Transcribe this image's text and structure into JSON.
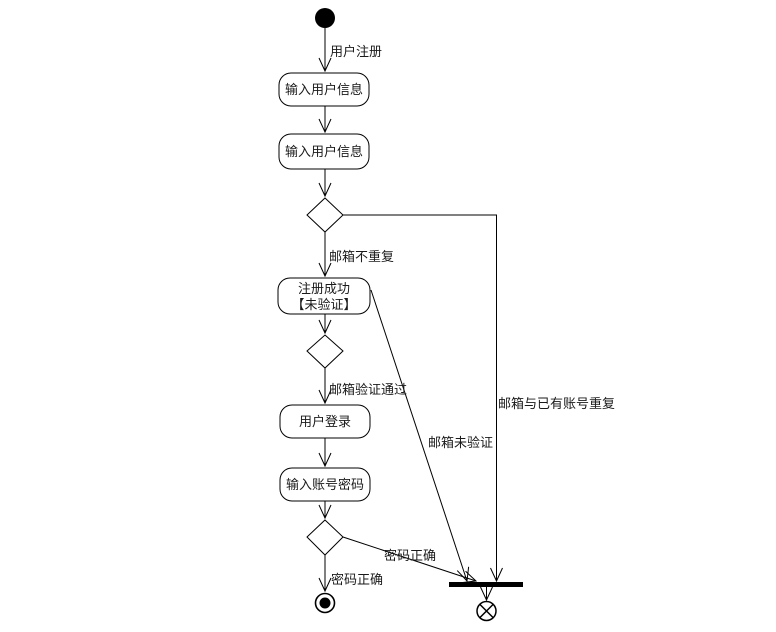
{
  "diagram": {
    "background": "#ffffff",
    "stroke_color": "#000000",
    "text_color": "#1a1a1a",
    "nodes": {
      "start": {
        "type": "initial-node"
      },
      "input_user_info_1": {
        "label": "输入用户信息"
      },
      "input_user_info_2": {
        "label": "输入用户信息"
      },
      "email_decision": {
        "type": "decision-diamond"
      },
      "register_success": {
        "line1": "注册成功",
        "line2": "【未验证】"
      },
      "verify_decision": {
        "type": "decision-diamond"
      },
      "user_login": {
        "label": "用户登录"
      },
      "input_credentials": {
        "label": "输入账号密码"
      },
      "password_decision": {
        "type": "decision-diamond"
      },
      "activity_final": {
        "type": "activity-final-node"
      },
      "join_bar": {
        "type": "join-bar"
      },
      "flow_final": {
        "type": "flow-final-node"
      }
    },
    "edge_labels": {
      "register": "用户注册",
      "email_unique": "邮箱不重复",
      "email_duplicate": "邮箱与已有账号重复",
      "email_verified": "邮箱验证通过",
      "email_unverified": "邮箱未验证",
      "password_ok_diagonal": "密码正确",
      "password_ok_down": "密码正确"
    }
  }
}
